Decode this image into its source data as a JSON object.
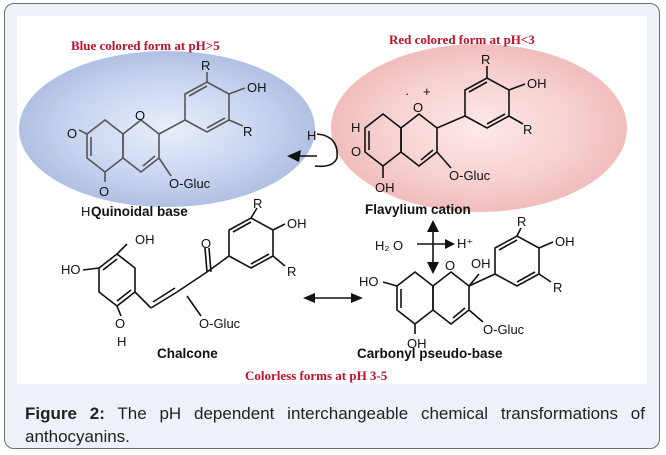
{
  "labels": {
    "blue_form": "Blue colored form at pH>5",
    "red_form": "Red colored form at pH<3",
    "colorless": "Colorless forms at pH 3-5"
  },
  "species": {
    "quinoidal": "Quinoidal base",
    "flavylium": "Flavylium cation",
    "chalcone": "Chalcone",
    "carbonyl": "Carbonyl pseudo-base"
  },
  "atoms": {
    "O": "O",
    "OH": "OH",
    "R": "R",
    "H": "H",
    "Ogluc": "O-Gluc",
    "Hplus": "H⁺",
    "H2O": "H₂ O",
    "plus": "+",
    "dot": "·"
  },
  "caption": {
    "label": "Figure 2:",
    "text": " The pH dependent interchangeable chemical transformations of anthocyanins."
  },
  "colors": {
    "red_label": "#c0102a",
    "blue_ellipse": "#b4c3e6",
    "pink_ellipse": "#f5c6c6"
  }
}
